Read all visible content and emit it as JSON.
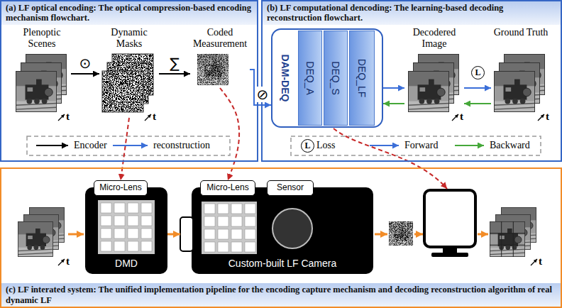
{
  "diagram": {
    "nodes": [
      {
        "text": [
          "(a) LF optical encoding: The optical compression-based encoding mechanism flowchart."
        ]
      },
      {
        "text": [
          "Plenoptic Scenes"
        ],
        "in": 0
      },
      {
        "text": [
          "Dynamic Masks"
        ],
        "in": 0
      },
      {
        "text": [
          "Coded Measurement"
        ],
        "in": 0
      },
      {
        "text": [
          "(b) LF computational dencoding: The learning-based decoding reconstruction flowchart."
        ]
      },
      {
        "text": [
          "DAM-DEQ"
        ],
        "in": 4
      },
      {
        "text": [
          "DEQ_A"
        ],
        "in": 5
      },
      {
        "text": [
          "DEQ_S"
        ],
        "in": 5
      },
      {
        "text": [
          "DEQ_LF"
        ],
        "in": 5
      },
      {
        "text": [
          "Decodered Image"
        ],
        "in": 4
      },
      {
        "text": [
          "Ground Truth"
        ],
        "in": 4
      },
      {
        "text": [
          "(c) LF interated system: The unified implementation pipeline for the encoding capture mechanism and decoding reconstruction algorithm of real dynamic LF"
        ]
      },
      {
        "text": [
          "DMD"
        ],
        "in": 11
      },
      {
        "text": [
          "Micro-Lens"
        ],
        "in": 12
      },
      {
        "text": [
          "Custom-built LF Camera"
        ],
        "in": 11
      },
      {
        "text": [
          "Micro-Lens"
        ],
        "in": 14
      },
      {
        "text": [
          "Sensor"
        ],
        "in": 14
      }
    ],
    "edges": [
      {
        "from": 1,
        "to": 2,
        "label": "⊙",
        "arrow": "to"
      },
      {
        "from": 2,
        "to": 3,
        "label": "∑",
        "arrow": "to"
      },
      {
        "from": 3,
        "to": 5,
        "label": "⊘",
        "arrow": "to"
      },
      {
        "from": 5,
        "to": 9,
        "arrow": "to"
      },
      {
        "from": 9,
        "to": 5,
        "arrow": "to"
      },
      {
        "from": 9,
        "to": 10,
        "arrow": "to"
      },
      {
        "from": 10,
        "to": 9,
        "arrow": "to"
      },
      {
        "from": 2,
        "to": 13,
        "arrow": "to"
      },
      {
        "from": 3,
        "to": 15,
        "arrow": "to"
      },
      {
        "from": 12,
        "to": 14,
        "arrow": "to"
      }
    ],
    "labels": [
      "t",
      "t",
      "t",
      "t",
      "t",
      "t",
      "L",
      "L"
    ],
    "legend": [
      {
        "text": "Encoder"
      },
      {
        "text": "reconstruction"
      },
      {
        "text": "Loss"
      },
      {
        "text": "Forward"
      },
      {
        "text": "Backward"
      }
    ]
  }
}
